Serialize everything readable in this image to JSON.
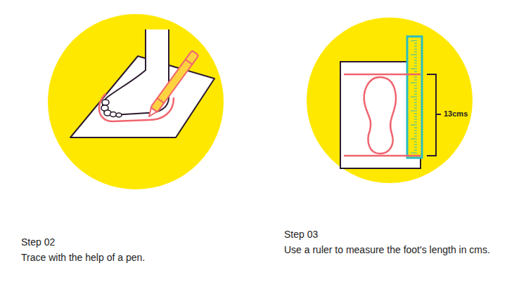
{
  "diagram": {
    "labels": [
      "Step 02",
      "Trace with the help of a pen.",
      "Step 03",
      "Use a ruler to measure the foot's length in cms.",
      "13cms"
    ]
  }
}
